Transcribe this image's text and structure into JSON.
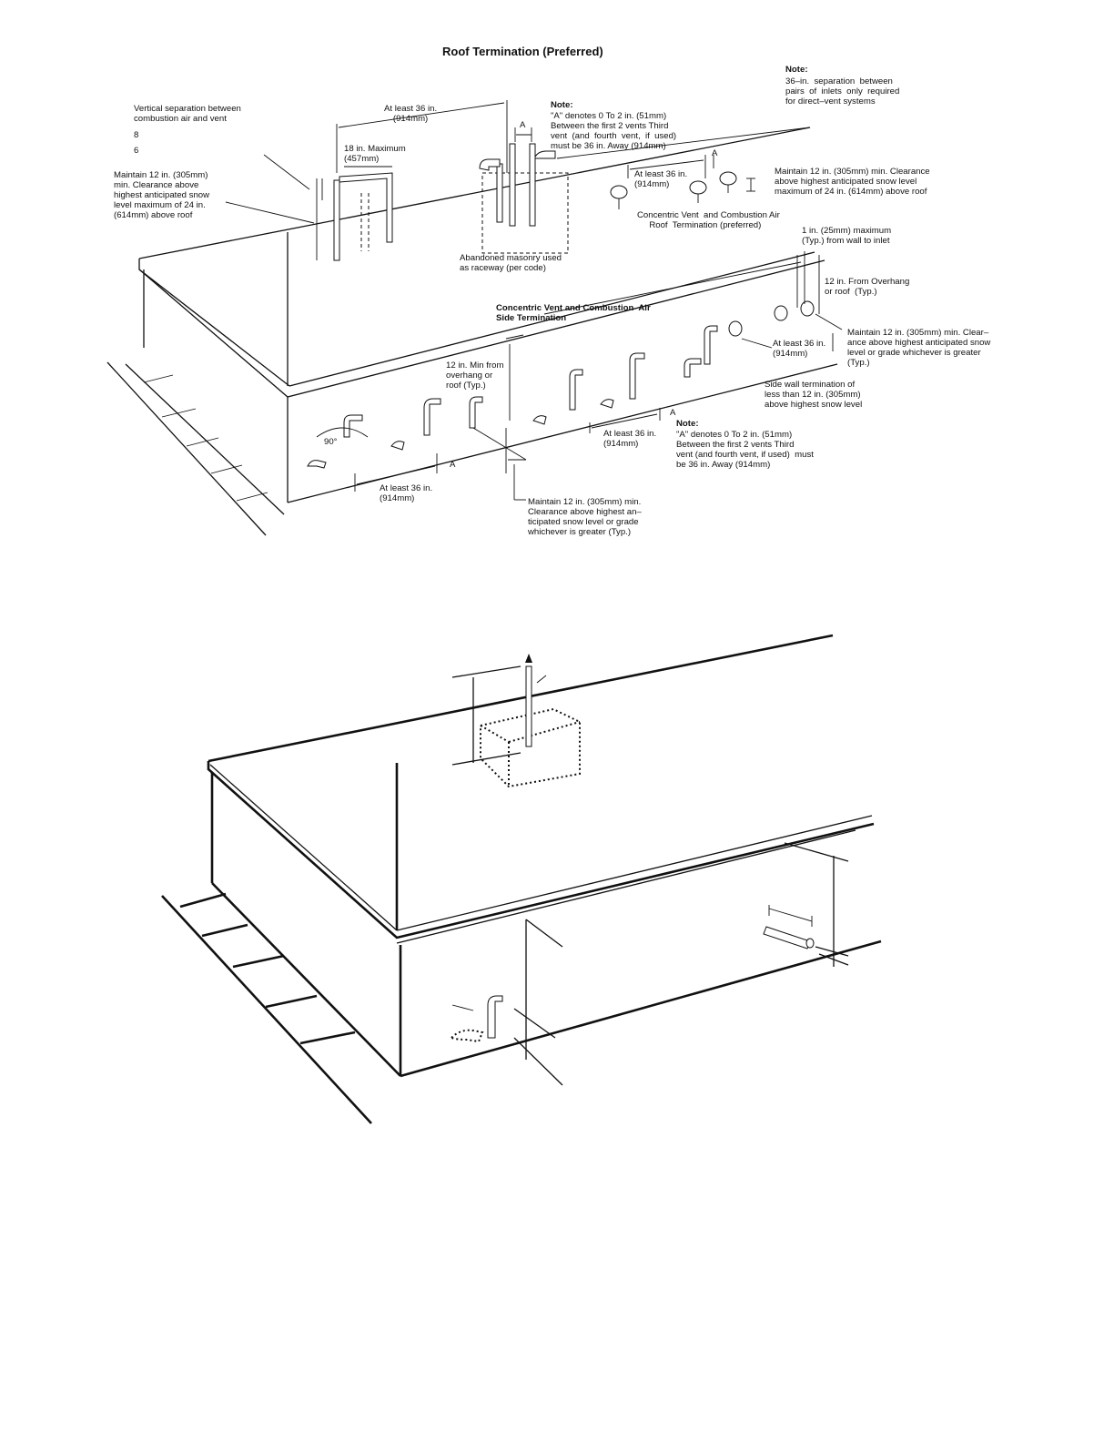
{
  "title": "Roof Termination (Preferred)",
  "labels": {
    "note_top_right_head": "Note:",
    "note_top_right_body": "36–in.  separation  between\npairs  of  inlets  only  required\nfor direct–vent systems",
    "vertical_separation": "Vertical separation between\ncombustion air and vent",
    "num_8": "8",
    "num_6": "6",
    "at_least_36_top": "At least 36 in.\n(914mm)",
    "eighteen_max": "18 in. Maximum\n(457mm)",
    "maintain_12_left": "Maintain 12 in. (305mm)\nmin. Clearance above\nhighest anticipated snow\nlevel maximum of 24 in.\n(614mm) above roof",
    "note_a_top_head": "Note:",
    "note_a_top_body": "\"A\" denotes 0 To 2 in. (51mm)\nBetween the first 2 vents Third\nvent  (and  fourth  vent,  if  used)\nmust be 36 in. Away (914mm)",
    "a_1": "A",
    "a_2": "A",
    "at_least_36_right": "At least 36 in.\n(914mm)",
    "maintain_12_right": "Maintain 12 in. (305mm) min. Clearance\nabove highest anticipated snow level\nmaximum of 24 in. (614mm) above roof",
    "concentric_roof": "Concentric Vent  and Combustion Air\n     Roof  Termination (preferred)",
    "abandoned_masonry": "Abandoned masonry used\nas raceway (per code)",
    "one_in_max": "1 in. (25mm) maximum\n(Typ.) from wall to inlet",
    "twelve_overhang": "12 in. From Overhang\nor roof  (Typ.)",
    "concentric_side": "Concentric Vent and Combustion  Air\nSide Termination",
    "twelve_min": "12 in. Min from\noverhang or\nroof (Typ.)",
    "maintain_12_side": "Maintain 12 in. (305mm) min. Clear–\nance above highest anticipated snow\nlevel or grade whichever is greater\n(Typ.)",
    "at_least_36_side_right": "At least 36 in.\n(914mm)",
    "side_wall": "Side wall termination of\nless than 12 in. (305mm)\nabove highest snow level",
    "ninety": "90°",
    "a_3": "A",
    "a_4": "A",
    "at_least_36_mid": "At least 36 in.\n(914mm)",
    "note_a_bottom_head": "Note:",
    "note_a_bottom_body": "\"A\" denotes 0 To 2 in. (51mm)\nBetween the first 2 vents Third\nvent (and fourth vent, if used)  must\nbe 36 in. Away (914mm)",
    "at_least_36_bottom": "At least 36 in.\n(914mm)",
    "maintain_12_bottom": "Maintain 12 in. (305mm) min.\nClearance above highest an–\nticipated snow level or grade\nwhichever is greater (Typ.)"
  }
}
